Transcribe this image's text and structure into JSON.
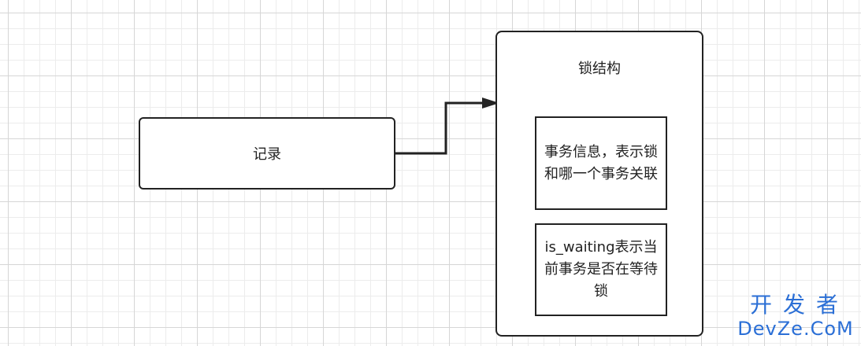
{
  "record": {
    "label": "记录"
  },
  "lock_structure": {
    "title": "锁结构",
    "fields": [
      {
        "text": "事务信息，表示锁和哪一个事务关联"
      },
      {
        "text": "is_waiting表示当前事务是否在等待锁"
      }
    ]
  },
  "watermark": {
    "line1": "开发者",
    "line2": "DevZe.CoM"
  },
  "colors": {
    "stroke": "#222222",
    "grid": "#d6d6d6",
    "watermark": "#2b6fd6"
  }
}
